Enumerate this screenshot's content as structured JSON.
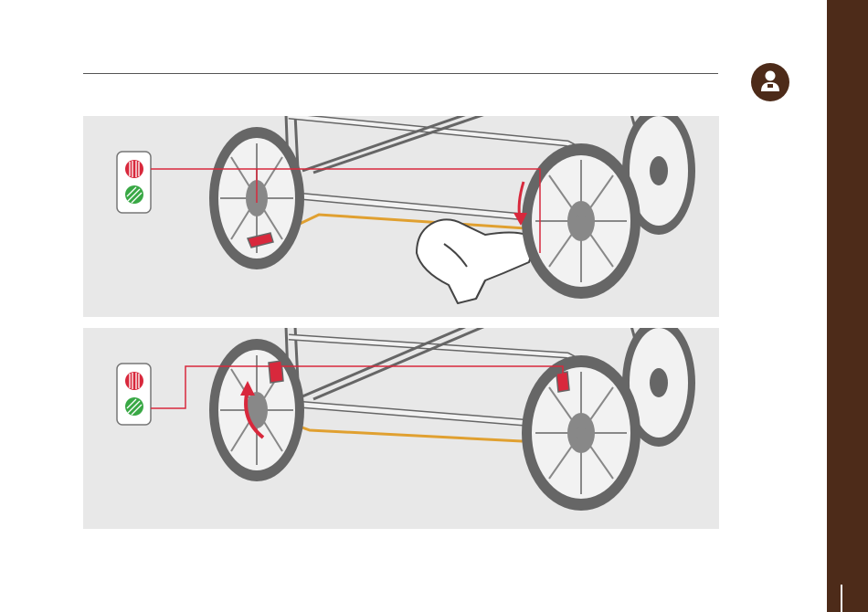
{
  "page": {
    "accent_color": "#4d2b19",
    "rule_color": "#555555"
  },
  "icons": {
    "user": "user-badge-icon",
    "brake_locked": "red-status-icon",
    "brake_released": "green-status-icon",
    "foot": "foot-icon",
    "arrow_down": "arrow-down-icon",
    "arrow_up": "arrow-up-icon"
  },
  "panels": [
    {
      "id": "brake-lock",
      "active_status": "red",
      "active_color": "#d8283c"
    },
    {
      "id": "brake-release",
      "active_status": "green",
      "active_color": "#39a845"
    }
  ],
  "colors": {
    "panel_bg": "#e8e8e8",
    "frame": "#666666",
    "frame_fill": "#f2f2f2",
    "cable": "#e0a030",
    "red": "#d8283c",
    "green": "#39a845"
  }
}
